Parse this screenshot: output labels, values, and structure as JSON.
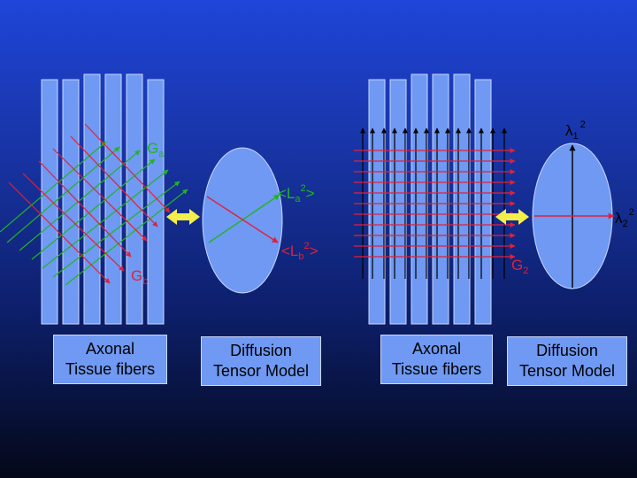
{
  "colors": {
    "fiber_fill": "#6f99f2",
    "fiber_stroke": "#c9d8ff",
    "green": "#22b422",
    "red": "#e0213a",
    "arrow_yellow": "#f4ee4a",
    "black": "#000000"
  },
  "left": {
    "gradient_a_label": "G",
    "gradient_a_sub": "a",
    "gradient_b_label": "G",
    "gradient_b_sub": "b",
    "tensor_la_prefix": "<L",
    "tensor_la_sub": "a",
    "tensor_la_sup": "2",
    "tensor_la_suffix": ">",
    "tensor_lb_prefix": "<L",
    "tensor_lb_sub": "b",
    "tensor_lb_sup": "2",
    "tensor_lb_suffix": ">",
    "fibers_label_line1": "Axonal",
    "fibers_label_line2": "Tissue fibers",
    "model_label_line1": "Diffusion",
    "model_label_line2": "Tensor Model"
  },
  "right": {
    "gradient_label": "G",
    "gradient_sub": "2",
    "lambda1_symbol": "λ",
    "lambda1_sub": "1",
    "lambda1_sup": "2",
    "lambda2_symbol": "λ",
    "lambda2_sub": "2",
    "lambda2_sup": "2",
    "fibers_label_line1": "Axonal",
    "fibers_label_line2": "Tissue fibers",
    "model_label_line1": "Diffusion",
    "model_label_line2": "Tensor Model"
  }
}
